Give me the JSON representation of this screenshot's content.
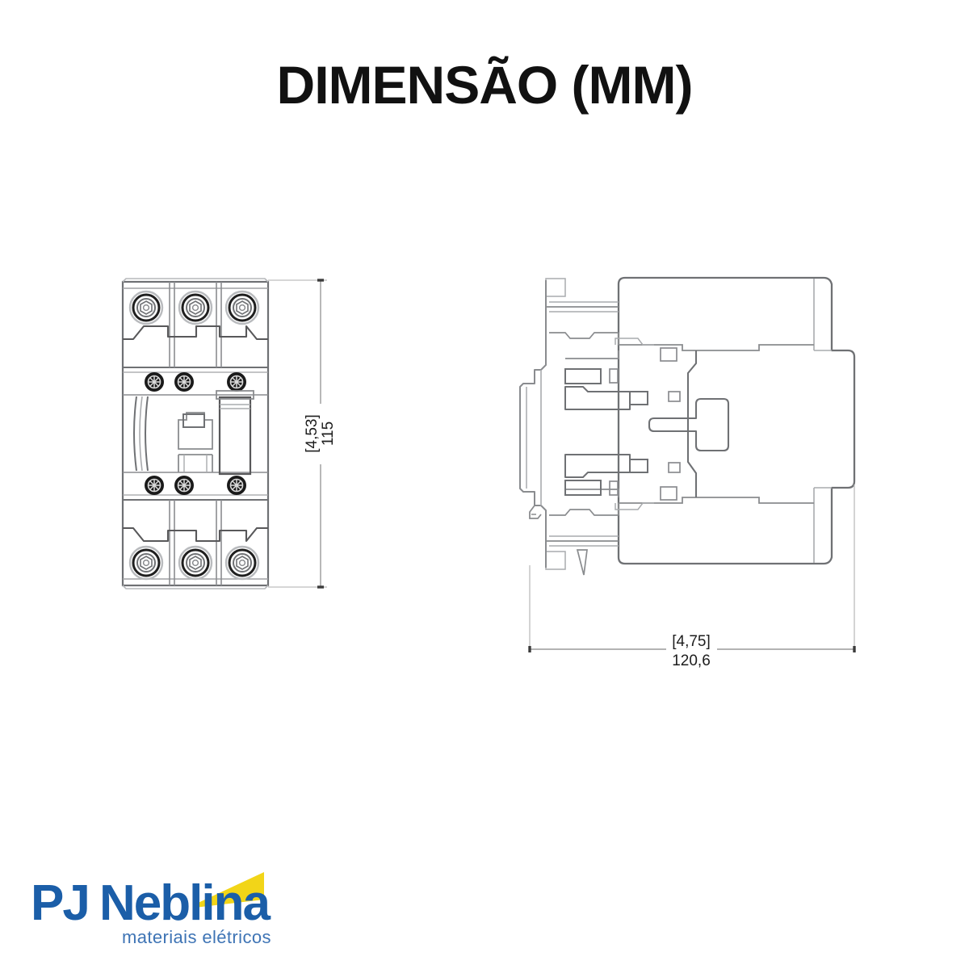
{
  "page": {
    "title": "DIMENSÃO (MM)",
    "background_color": "#ffffff",
    "title_color": "#111111"
  },
  "drawings": {
    "front_view": {
      "name": "front-view",
      "description": "3-pole contactor front view",
      "poles": 3,
      "terminal_screws_top": 3,
      "terminal_screws_bottom": 3,
      "cross_screws_upper": 3,
      "cross_screws_lower": 3
    },
    "side_view": {
      "name": "side-view",
      "description": "Contactor side profile view with DIN rail clip"
    }
  },
  "dimensions": {
    "height": {
      "inch_label": "[4,53]",
      "mm_label": "115",
      "orientation": "vertical",
      "applies_to": "front-view"
    },
    "width": {
      "inch_label": "[4,75]",
      "mm_label": "120,6",
      "orientation": "horizontal",
      "applies_to": "side-view"
    }
  },
  "logo": {
    "word_pj": "PJ",
    "word_neblina": "Neblina",
    "tagline": "materiais elétricos",
    "blue": "#1B5EA8",
    "yellow": "#F2D518",
    "tagline_color": "#3E74B5"
  },
  "colors": {
    "line_dark": "#58585a",
    "line_light": "#a9abae",
    "line_mid": "#7e8083",
    "screw_dark": "#1a1a1a",
    "dimension_line": "#9a9a9a"
  }
}
